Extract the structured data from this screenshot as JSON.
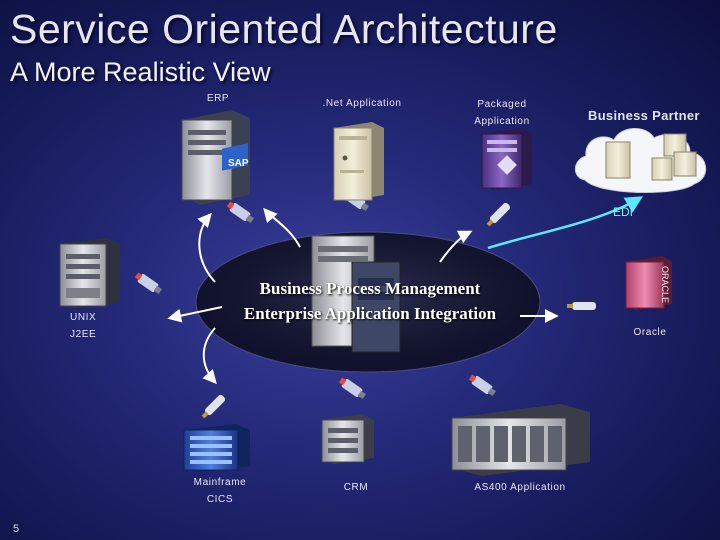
{
  "title": "Service Oriented Architecture",
  "subtitle": "A More Realistic View",
  "center": {
    "line1": "Business Process Management",
    "line2": "Enterprise Application Integration"
  },
  "nodes": {
    "erp": "ERP",
    "net_app": ".Net Application",
    "packaged_line1": "Packaged",
    "packaged_line2": "Application",
    "business_partner": "Business Partner",
    "edi": "EDI",
    "unix_line1": "UNIX",
    "unix_line2": "J2EE",
    "oracle": "Oracle",
    "oracle_box_text": "ORACLE",
    "mainframe_line1": "Mainframe",
    "mainframe_line2": "CICS",
    "crm": "CRM",
    "as400": "AS400 Application",
    "sap_logo": "SAP"
  },
  "page_number": "5",
  "colors": {
    "connector_white": "#ffffff",
    "connector_edi": "#5fe6ff",
    "background_center": "#3a3f9c",
    "hub_ellipse": "#14152e"
  }
}
